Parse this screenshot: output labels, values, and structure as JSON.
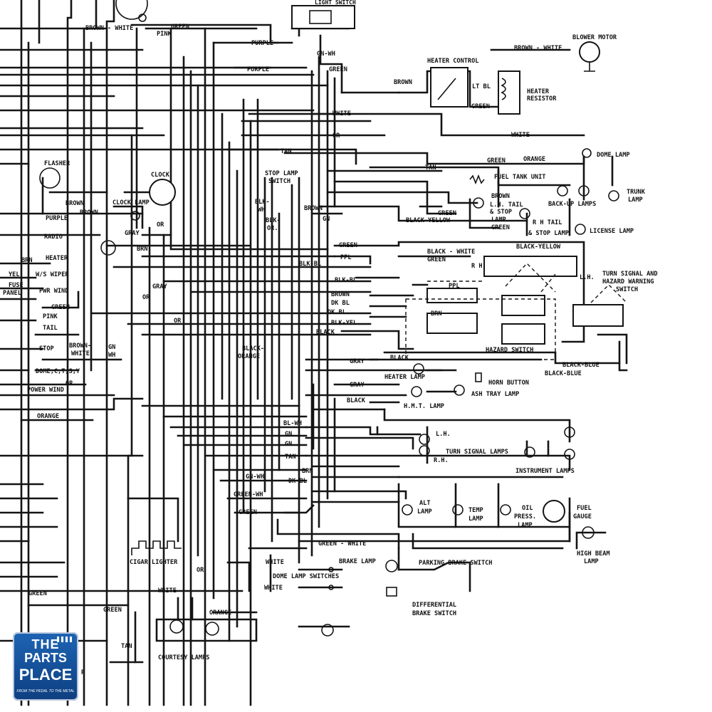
{
  "diagram": {
    "labels": {
      "light_switch": "LIGHT SWITCH",
      "brown_white_top": "BROWN - WHITE",
      "green_top": "GREEN",
      "pink_top": "PINK",
      "purple_1": "PURPLE",
      "purple_2": "PURPLE",
      "gn_wh_top": "GN-WH",
      "green_ls": "GREEN",
      "blower_motor": "BLOWER MOTOR",
      "brown_white_blower": "BROWN - WHITE",
      "heater_control": "HEATER CONTROL",
      "brown_hc": "BROWN",
      "lt_bl": "LT BL",
      "green_hc": "GREEN",
      "heater_resistor_1": "HEATER",
      "heater_resistor_2": "RESISTOR",
      "white_1": "WHITE",
      "or_1": "OR",
      "white_2": "WHITE",
      "tan_1": "TAN",
      "green_dome": "GREEN",
      "orange_dome": "ORANGE",
      "dome_lamp": "DOME LAMP",
      "tan_fuel": "TAN",
      "fuel_tank_unit": "FUEL TANK UNIT",
      "backup_lamps": "BACK-UP LAMPS",
      "trunk_lamp_1": "TRUNK",
      "trunk_lamp_2": "LAMP",
      "brown_lh": "BROWN",
      "lh_tail_1": "L.H. TAIL",
      "lh_tail_2": "& STOP",
      "lh_tail_3": "LAMP",
      "green_tail": "GREEN",
      "green_tail_2": "GREEN",
      "black_yellow_tail": "BLACK-YELLOW",
      "rh_tail_1": "R H TAIL",
      "rh_tail_2": "& STOP LAMP",
      "license_lamp": "LICENSE LAMP",
      "flasher": "FLASHER",
      "clock": "CLOCK",
      "clock_lamp": "CLOCK LAMP",
      "brown_flasher": "BROWN",
      "brown_flasher_2": "BROWN",
      "purple_flasher": "PURPLE",
      "or_clock": "OR",
      "stop_lamp_switch_1": "STOP LAMP",
      "stop_lamp_switch_2": "SWITCH",
      "blk_wh": "BLK-",
      "blk_wh_2": "WH",
      "blk_or": "BLK-",
      "blk_or_2": "OR.",
      "brown_mid": "BROWN",
      "gn_mid": "GN",
      "gray_1": "GRAY",
      "brn_1": "BRN",
      "radio": "RADIO",
      "heater": "HEATER",
      "ws_wiper": "W/S WIPER",
      "pwr_wind": "PWR WIND",
      "brn_left": "BRN",
      "yel_left": "YEL",
      "fuse_panel_1": "FUSE",
      "fuse_panel_2": "PANEL",
      "green_fuse": "GREEN",
      "pink_fuse": "PINK",
      "tail": "TAIL",
      "stop": "STOP",
      "brown_white_fuse_1": "BROWN-",
      "brown_white_fuse_2": "WHITE",
      "gn_wh_fuse_1": "GN",
      "gn_wh_fuse_2": "WH",
      "dome_ctsy": "DOME,C,T,S,Y",
      "or_dome": "OR",
      "power_wind": "POWER WIND",
      "orange_left": "ORANGE",
      "gray_2": "GRAY",
      "or_2": "OR",
      "or_3": "OR",
      "green_turn": "GREEN",
      "ppl": "PPL",
      "blk_bl": "BLK-BL",
      "blk_bl_2": "BLK-BL",
      "brown_turn": "BROWN",
      "dk_bl_1": "DK BL",
      "dk_bl_2": "DK BL",
      "blk_yel": "BLK-YEL",
      "black_turn": "BLACK",
      "black_white_turn": "BLACK - WHITE",
      "green_turn_2": "GREEN",
      "black_yellow_turn": "BLACK-YELLOW",
      "rh": "R H",
      "lh": "L.H.",
      "ppl_2": "PPL",
      "brn_2": "BRN",
      "hazard_switch": "HAZARD SWITCH",
      "turn_signal_1": "TURN SIGNAL AND",
      "turn_signal_2": "HAZARD WARNING",
      "turn_signal_3": "SWITCH",
      "black_blue_1": "BLACK-BLUE",
      "black_blue_2": "BLACK-BLUE",
      "black_hazard": "BLACK",
      "black_orange_1": "BLACK-",
      "black_orange_2": "ORANGE",
      "gray_heater": "GRAY",
      "heater_lamp": "HEATER LAMP",
      "horn_button": "HORN BUTTON",
      "gray_ash": "GRAY",
      "ash_tray_lamp": "ASH TRAY LAMP",
      "black_hmt": "BLACK",
      "hmt_lamp": "H.M.T. LAMP",
      "bl_wh": "BL-WH",
      "gn_1": "GN",
      "gn_2": "GN",
      "tan_2": "TAN",
      "brn_3": "BRN",
      "gn_wh_2": "GN-WH",
      "dk_bl_3": "DK BL",
      "green_wh": "GREEN-WH",
      "green_bottom": "GREEN",
      "lh_turn": "L.H.",
      "rh_turn": "R.H.",
      "turn_signal_lamps": "TURN SIGNAL LAMPS",
      "instrument_lamps": "INSTRUMENT LAMPS",
      "alt_lamp_1": "ALT",
      "alt_lamp_2": "LAMP",
      "temp_lamp_1": "TEMP",
      "temp_lamp_2": "LAMP",
      "oil_press_1": "OIL",
      "oil_press_2": "PRESS.",
      "oil_press_3": "LAMP",
      "fuel_gauge_1": "FUEL",
      "fuel_gauge_2": "GAUGE",
      "high_beam_1": "HIGH BEAM",
      "high_beam_2": "LAMP",
      "green_white_bottom": "GREEN - WHITE",
      "brake_lamp": "BRAKE LAMP",
      "parking_brake_switch": "PARKING BRAKE SWITCH",
      "differential_1": "DIFFERENTIAL",
      "differential_2": "BRAKE SWITCH",
      "cigar_lighter": "CIGAR LIGHTER",
      "or_cigar": "OR",
      "white_dome_1": "WHITE",
      "white_dome_2": "WHITE",
      "white_dome_3": "WHITE",
      "dome_lamp_switches": "DOME LAMP SWITCHES",
      "orange_courtesy": "ORANGE",
      "courtesy_lamps": "COURTESY LAMPS",
      "green_bl_1": "GREEN",
      "green_bl_2": "GREEN",
      "tan_bl": "TAN",
      "r_bl": "R"
    }
  },
  "logo": {
    "line1": "THE",
    "line2": "PARTS",
    "line3": "PLACE",
    "tagline": "FROM THE PEDAL TO THE METAL"
  }
}
